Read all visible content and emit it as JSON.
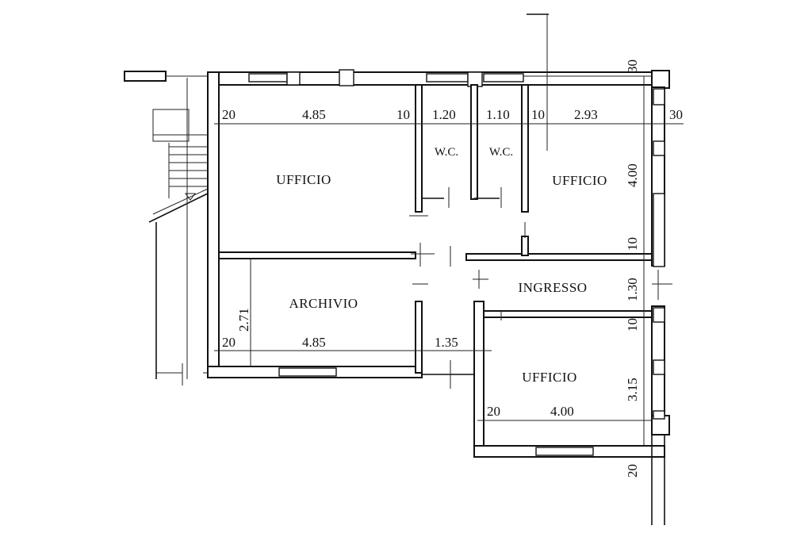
{
  "rooms": {
    "ufficio_left": "UFFICIO",
    "wc_1": "W.C.",
    "wc_2": "W.C.",
    "ufficio_right": "UFFICIO",
    "archivio": "ARCHIVIO",
    "ingresso": "INGRESSO",
    "ufficio_bottom": "UFFICIO"
  },
  "dimensions": {
    "top_wall_left": "20",
    "ufficio_left_width": "4.85",
    "partition_1": "10",
    "wc_1_width": "1.20",
    "wc_2_width": "1.10",
    "partition_2": "10",
    "ufficio_right_width": "2.93",
    "outer_right_top": "30",
    "outer_top_right": "30",
    "ufficio_right_height": "4.00",
    "partition_right": "10",
    "ingresso_height": "1.30",
    "partition_right_2": "10",
    "archivio_height": "2.71",
    "archivio_wall_left": "20",
    "archivio_width": "4.85",
    "corridor_width": "1.35",
    "ufficio_bottom_height": "3.15",
    "ufficio_bottom_wall_left": "20",
    "ufficio_bottom_width": "4.00",
    "bottom_right_wall": "20"
  }
}
